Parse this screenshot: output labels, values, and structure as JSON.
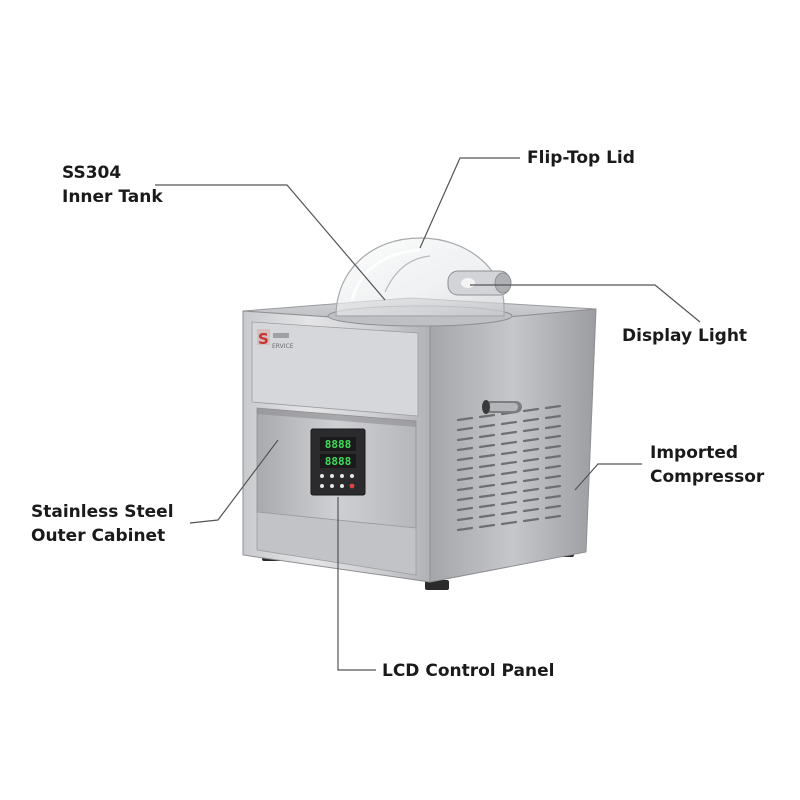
{
  "callouts": {
    "inner_tank": {
      "line1": "SS304",
      "line2": "Inner Tank"
    },
    "flip_lid": {
      "text": "Flip-Top Lid"
    },
    "display_light": {
      "text": "Display Light"
    },
    "compressor": {
      "line1": "Imported",
      "line2": "Compressor"
    },
    "outer_cabinet": {
      "line1": "Stainless Steel",
      "line2": "Outer Cabinet"
    },
    "control_panel": {
      "text": "LCD Control Panel"
    }
  },
  "machine": {
    "brand_letter": "S",
    "brand_text": "ERVICE",
    "display_top": "8888",
    "display_bottom": "8888"
  },
  "colors": {
    "steel_light": "#d9d9db",
    "steel_mid": "#b8b9bc",
    "steel_dark": "#8e8f93",
    "display_digit": "#3ddc5a",
    "display_bg": "#2a2a2a",
    "callout_line": "#555555"
  }
}
